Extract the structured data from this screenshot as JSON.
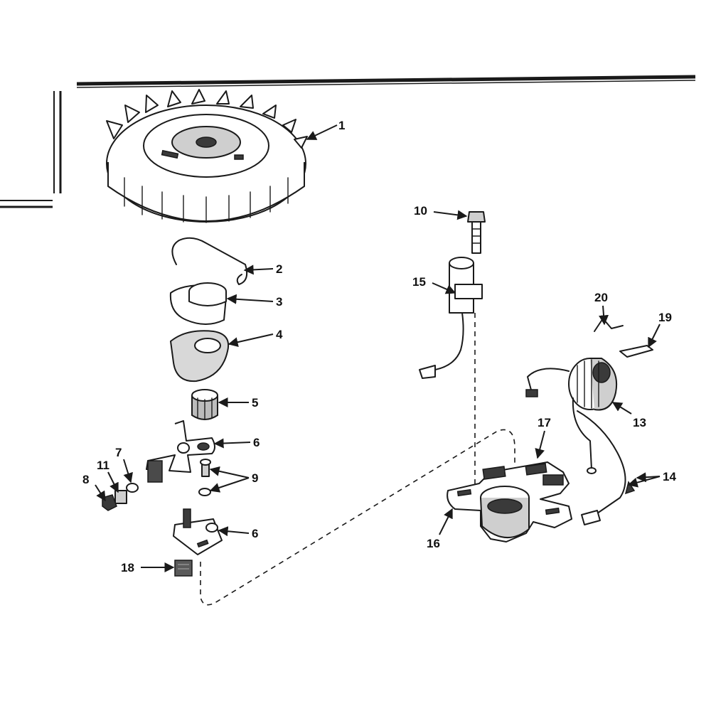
{
  "callouts": {
    "c1": "1",
    "c2": "2",
    "c3": "3",
    "c4": "4",
    "c5": "5",
    "c6a": "6",
    "c6b": "6",
    "c7": "7",
    "c8": "8",
    "c9": "9",
    "c10": "10",
    "c11": "11",
    "c13": "13",
    "c14": "14",
    "c15": "15",
    "c16": "16",
    "c17": "17",
    "c18": "18",
    "c19": "19",
    "c20": "20"
  },
  "colors": {
    "ink": "#1a1a1a",
    "paper": "#ffffff",
    "shade": "#cfcfcf"
  }
}
